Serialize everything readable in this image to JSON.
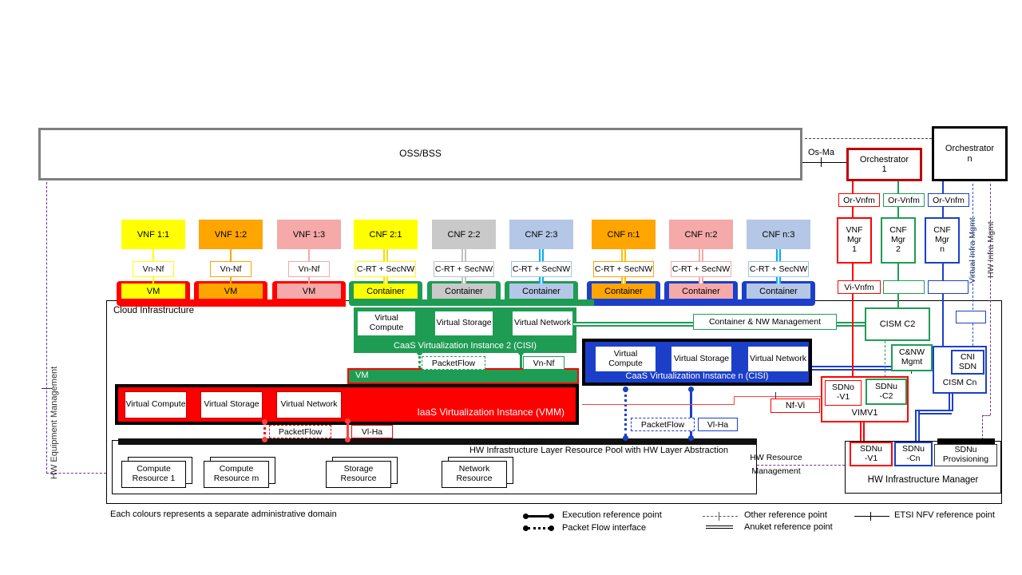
{
  "note": "Each colours represents a separate administrative domain",
  "oss_bss": "OSS/BSS",
  "os_ma": "Os-Ma",
  "orchestrator1": {
    "name": "Orchestrator",
    "num": "1"
  },
  "orchestratorN": {
    "name": "Orchestrator",
    "num": "n"
  },
  "or_vnfm": [
    "Or-Vnfm",
    "Or-Vnfm",
    "Or-Vnfm"
  ],
  "vi_vnfm": "Vi-Vnfm",
  "managers": [
    {
      "l1": "VNF",
      "l2": "Mgr",
      "l3": "1"
    },
    {
      "l1": "CNF",
      "l2": "Mgr",
      "l3": "2"
    },
    {
      "l1": "CNF",
      "l2": "Mgr",
      "l3": "n"
    }
  ],
  "side": {
    "hw_equipment": "HW Equipment Management",
    "virtual_infra": "Virtual Infra Mgmt",
    "hw_infra": "HW Infra Mgmt"
  },
  "hw_resource_mgmt": {
    "l1": "HW Resource",
    "l2": "Management"
  },
  "nf": [
    {
      "label": "VNF 1:1",
      "ref": "Vn-Nf",
      "runtime": "VM"
    },
    {
      "label": "VNF 1:2",
      "ref": "Vn-Nf",
      "runtime": "VM"
    },
    {
      "label": "VNF 1:3",
      "ref": "Vn-Nf",
      "runtime": "VM"
    },
    {
      "label": "CNF 2:1",
      "ref": "C-RT + SecNW",
      "runtime": "Container"
    },
    {
      "label": "CNF 2:2",
      "ref": "C-RT + SecNW",
      "runtime": "Container"
    },
    {
      "label": "CNF 2:3",
      "ref": "C-RT + SecNW",
      "runtime": "Container"
    },
    {
      "label": "CNF n:1",
      "ref": "C-RT + SecNW",
      "runtime": "Container"
    },
    {
      "label": "CNF n:2",
      "ref": "C-RT + SecNW",
      "runtime": "Container"
    },
    {
      "label": "CNF n:3",
      "ref": "C-RT + SecNW",
      "runtime": "Container"
    }
  ],
  "cloud": "Cloud Infrastructure",
  "caas2": {
    "vc": "Virtual Compute",
    "vs": "Virtual Storage",
    "vn": "Virtual Network",
    "caption": "CaaS Virtualization Instance 2 (CISI)",
    "packetflow": "PacketFlow",
    "vn_nf": "Vn-Nf"
  },
  "vm_bar": "VM",
  "iaas": {
    "vc": "Virtual Compute",
    "vs": "Virtual Storage",
    "vn": "Virtual Network",
    "caption": "IaaS Virtualization Instance (VMM)",
    "packetflow": "PacketFlow",
    "vl_ha": "Vl-Ha"
  },
  "caasn": {
    "vc": "Virtual Compute",
    "vs": "Virtual Storage",
    "vn": "Virtual Network",
    "caption": "CaaS Virtualization Instance n (CISI)",
    "packetflow": "PacketFlow",
    "vl_ha": "Vl-Ha"
  },
  "container_nw": "Container & NW Management",
  "cism_c2": "CISM C2",
  "cnw": {
    "l1": "C&NW",
    "l2": "Mgmt"
  },
  "cism_cn": {
    "label": "CISM Cn",
    "cni": {
      "l1": "CNI",
      "l2": "SDN"
    }
  },
  "vim": {
    "label": "VIMV1",
    "sdno": {
      "l1": "SDNo",
      "l2": "-V1"
    },
    "sdnu": {
      "l1": "SDNu",
      "l2": "-C2"
    }
  },
  "nf_vi": "Nf-Vi",
  "pool": {
    "caption": "HW Infrastructure Layer Resource Pool with HW Layer Abstraction",
    "r": [
      {
        "l1": "Compute",
        "l2": "Resource 1"
      },
      {
        "l1": "Compute",
        "l2": "Resource m"
      },
      {
        "l1": "Storage",
        "l2": "Resource"
      },
      {
        "l1": "Network",
        "l2": "Resource"
      }
    ]
  },
  "him": {
    "label": "HW Infrastructure Manager",
    "v1": {
      "l1": "SDNu",
      "l2": "-V1"
    },
    "cn": {
      "l1": "SDNu",
      "l2": "-Cn"
    },
    "prov": {
      "l1": "SDNu",
      "l2": "Provisioning"
    }
  },
  "legend": {
    "execution": "Execution reference point",
    "packet": "Packet Flow interface",
    "other": "Other reference point",
    "anuket": "Anuket reference point",
    "etsi": "ETSI NFV reference point"
  },
  "colors": {
    "yellow": "#FFFF00",
    "orange": "#FFA500",
    "pink": "#F5A9A9",
    "gray": "#C9C9C9",
    "light_blue": "#B4C7E7",
    "red": "#FF0000",
    "dark_red": "#C00000",
    "green": "#1F9C54",
    "blue": "#1C3FC9",
    "cyan": "#00B0F0",
    "purple": "#7030A0"
  }
}
